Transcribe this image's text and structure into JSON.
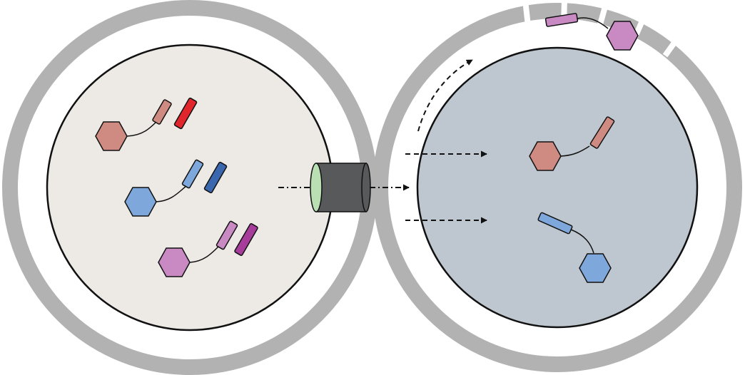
{
  "colors": {
    "cell_wall": "#b2b2b2",
    "cell_gap": "#ffffff",
    "left_cytoplasm": "#edeae6",
    "right_cytoplasm": "#bec7cf",
    "outline": "#111111",
    "channel_body": "#58595b",
    "channel_lumen": "#b9dfb3",
    "red_hexagon": "#cf8a82",
    "red_bar_light": "#cf8a82",
    "red_bar_dark": "#e0262c",
    "blue_hexagon": "#7ea8db",
    "blue_bar_light": "#7ea8db",
    "blue_bar_dark": "#3a67ae",
    "magenta_hexagon": "#c98ac4",
    "magenta_bar_light": "#c98ac4",
    "magenta_bar_dark": "#a63d9b"
  },
  "diagram": {
    "cells": [
      {
        "name": "donor-cell",
        "cytoplasm": "left_cytoplasm",
        "wall": "intact"
      },
      {
        "name": "recipient-cell",
        "cytoplasm": "right_cytoplasm",
        "wall": "broken-at-top"
      }
    ],
    "donor_molecules": [
      {
        "name": "red-complex",
        "hexagon": "red_hexagon",
        "bars": [
          "red_bar_light",
          "red_bar_dark"
        ]
      },
      {
        "name": "blue-complex",
        "hexagon": "blue_hexagon",
        "bars": [
          "blue_bar_light",
          "blue_bar_dark"
        ]
      },
      {
        "name": "magenta-complex",
        "hexagon": "magenta_hexagon",
        "bars": [
          "magenta_bar_light",
          "magenta_bar_dark"
        ]
      }
    ],
    "recipient_molecules": [
      {
        "name": "red-molecule",
        "hexagon": "red_hexagon",
        "bar": "red_bar_light"
      },
      {
        "name": "blue-molecule",
        "hexagon": "blue_hexagon",
        "bar": "blue_bar_light"
      }
    ],
    "secreted_molecules": [
      {
        "name": "magenta-molecule",
        "hexagon": "magenta_hexagon",
        "bar": "magenta_bar_light"
      }
    ],
    "arrows": [
      {
        "name": "channel-transfer-arrow",
        "style": "dash-dot"
      },
      {
        "name": "upper-delivery-arrow",
        "style": "dashed"
      },
      {
        "name": "lower-delivery-arrow",
        "style": "dashed"
      },
      {
        "name": "export-curved-arrow",
        "style": "dashed"
      }
    ]
  }
}
